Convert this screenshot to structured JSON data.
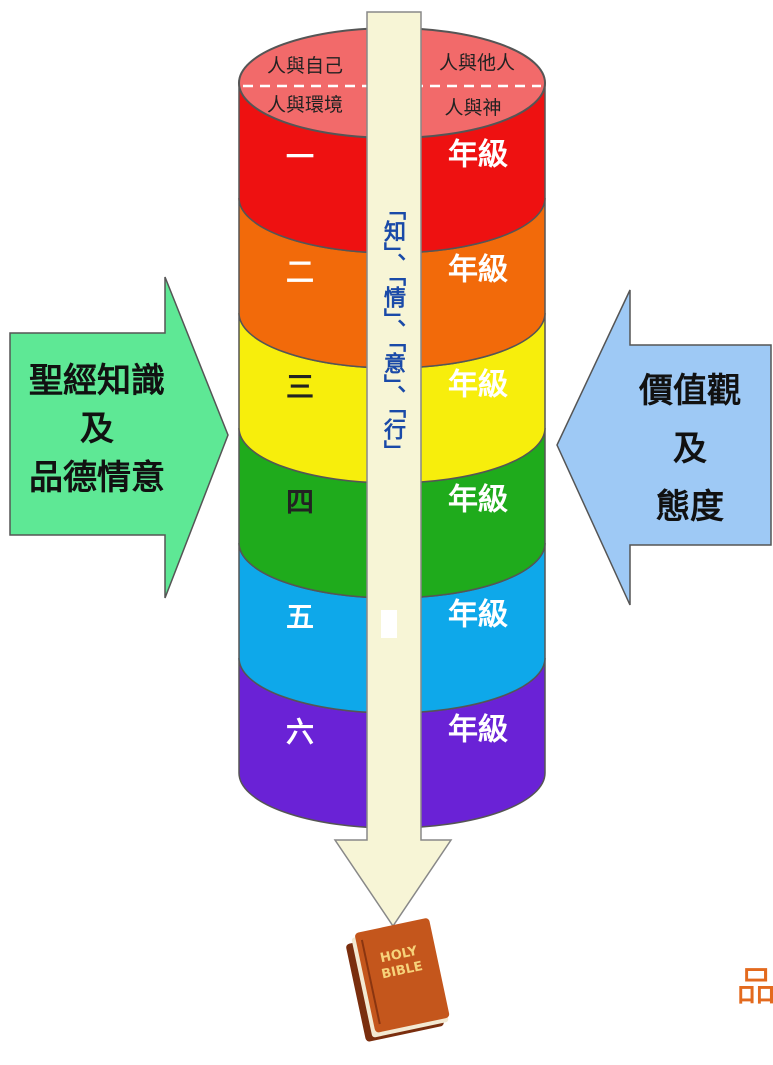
{
  "top_quadrants": {
    "top_left": "人與自己",
    "top_right": "人與他人",
    "bottom_left": "人與環境",
    "bottom_right": "人與神"
  },
  "grades": [
    {
      "number": "一",
      "suffix": "年級",
      "color": "#ee1111"
    },
    {
      "number": "二",
      "suffix": "年級",
      "color": "#f26a0a"
    },
    {
      "number": "三",
      "suffix": "年級",
      "color": "#f7ee0c"
    },
    {
      "number": "四",
      "suffix": "年級",
      "color": "#1fab1c"
    },
    {
      "number": "五",
      "suffix": "年級",
      "color": "#0ea8ea"
    },
    {
      "number": "六",
      "suffix": "年級",
      "color": "#6a22d6"
    }
  ],
  "top_color": "#f26a6a",
  "central_arrow": {
    "text": "「知」、「情」、「意」、「行」",
    "color": "#f7f5d6"
  },
  "left_arrow": {
    "lines": [
      "聖經知識",
      "及",
      "品德情意"
    ],
    "color": "#5ee895"
  },
  "right_arrow": {
    "lines": [
      "價值觀",
      "及",
      "態度"
    ],
    "color": "#9ec9f5"
  },
  "book": {
    "line1": "HOLY",
    "line2": "BIBLE",
    "color": "#c4561c"
  },
  "side_decoration": "品"
}
